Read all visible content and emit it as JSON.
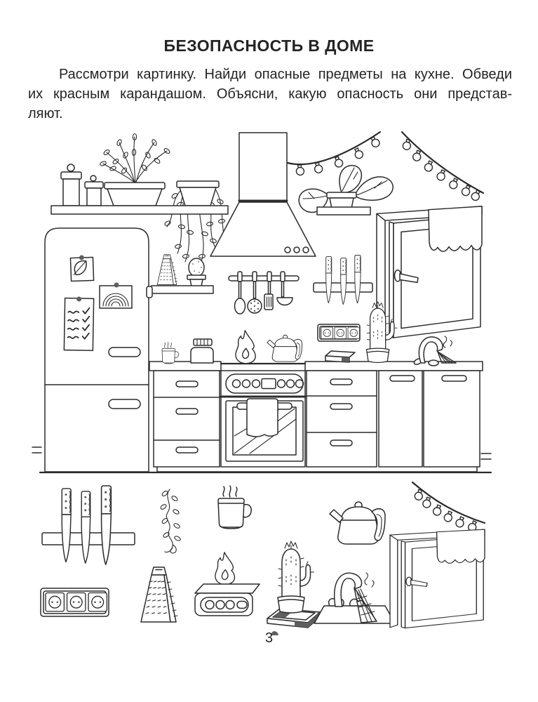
{
  "page": {
    "title": "БЕЗОПАСНОСТЬ В ДОМЕ",
    "instruction_lines": [
      "Рассмотри картинку. Найди опасные предметы на кухне. Обведи",
      "их красным карандашом. Объясни, какую опасность они представ-",
      "ляют."
    ],
    "page_number": "3"
  },
  "colors": {
    "ink": "#2b2b2b",
    "paper": "#ffffff",
    "dark_fill": "#5e5e5e"
  },
  "illustration": {
    "style": "black-and-white line-art coloring page",
    "scene": "kitchen interior",
    "kitchen_objects": [
      "wall shelf with two canisters",
      "potted plant",
      "hanging vine plant",
      "refrigerator with leaf magnet, rainbow magnet and checklist note",
      "range hood",
      "string lights garland",
      "plant on small shelf",
      "open window with scalloped valance",
      "utensil rail with spoon, skimmer, spatula and ladle",
      "three knives on magnetic strip",
      "triple power outlet",
      "shelf with grater and small cactus",
      "steaming mug on counter",
      "jar on counter",
      "open flame on stove",
      "kettle on stove",
      "oven with towel on door",
      "matchbox on counter",
      "potted cactus on counter",
      "running faucet",
      "kitchen drawers and cabinet doors"
    ],
    "answer_row_objects": [
      "three knives on magnetic strip",
      "triple power outlet",
      "plant twig",
      "grater",
      "steaming mug",
      "burner with open flame",
      "matchbox with matches",
      "kettle",
      "cactus in pot",
      "running faucet over sink",
      "string lights garland",
      "open window with valance"
    ]
  }
}
